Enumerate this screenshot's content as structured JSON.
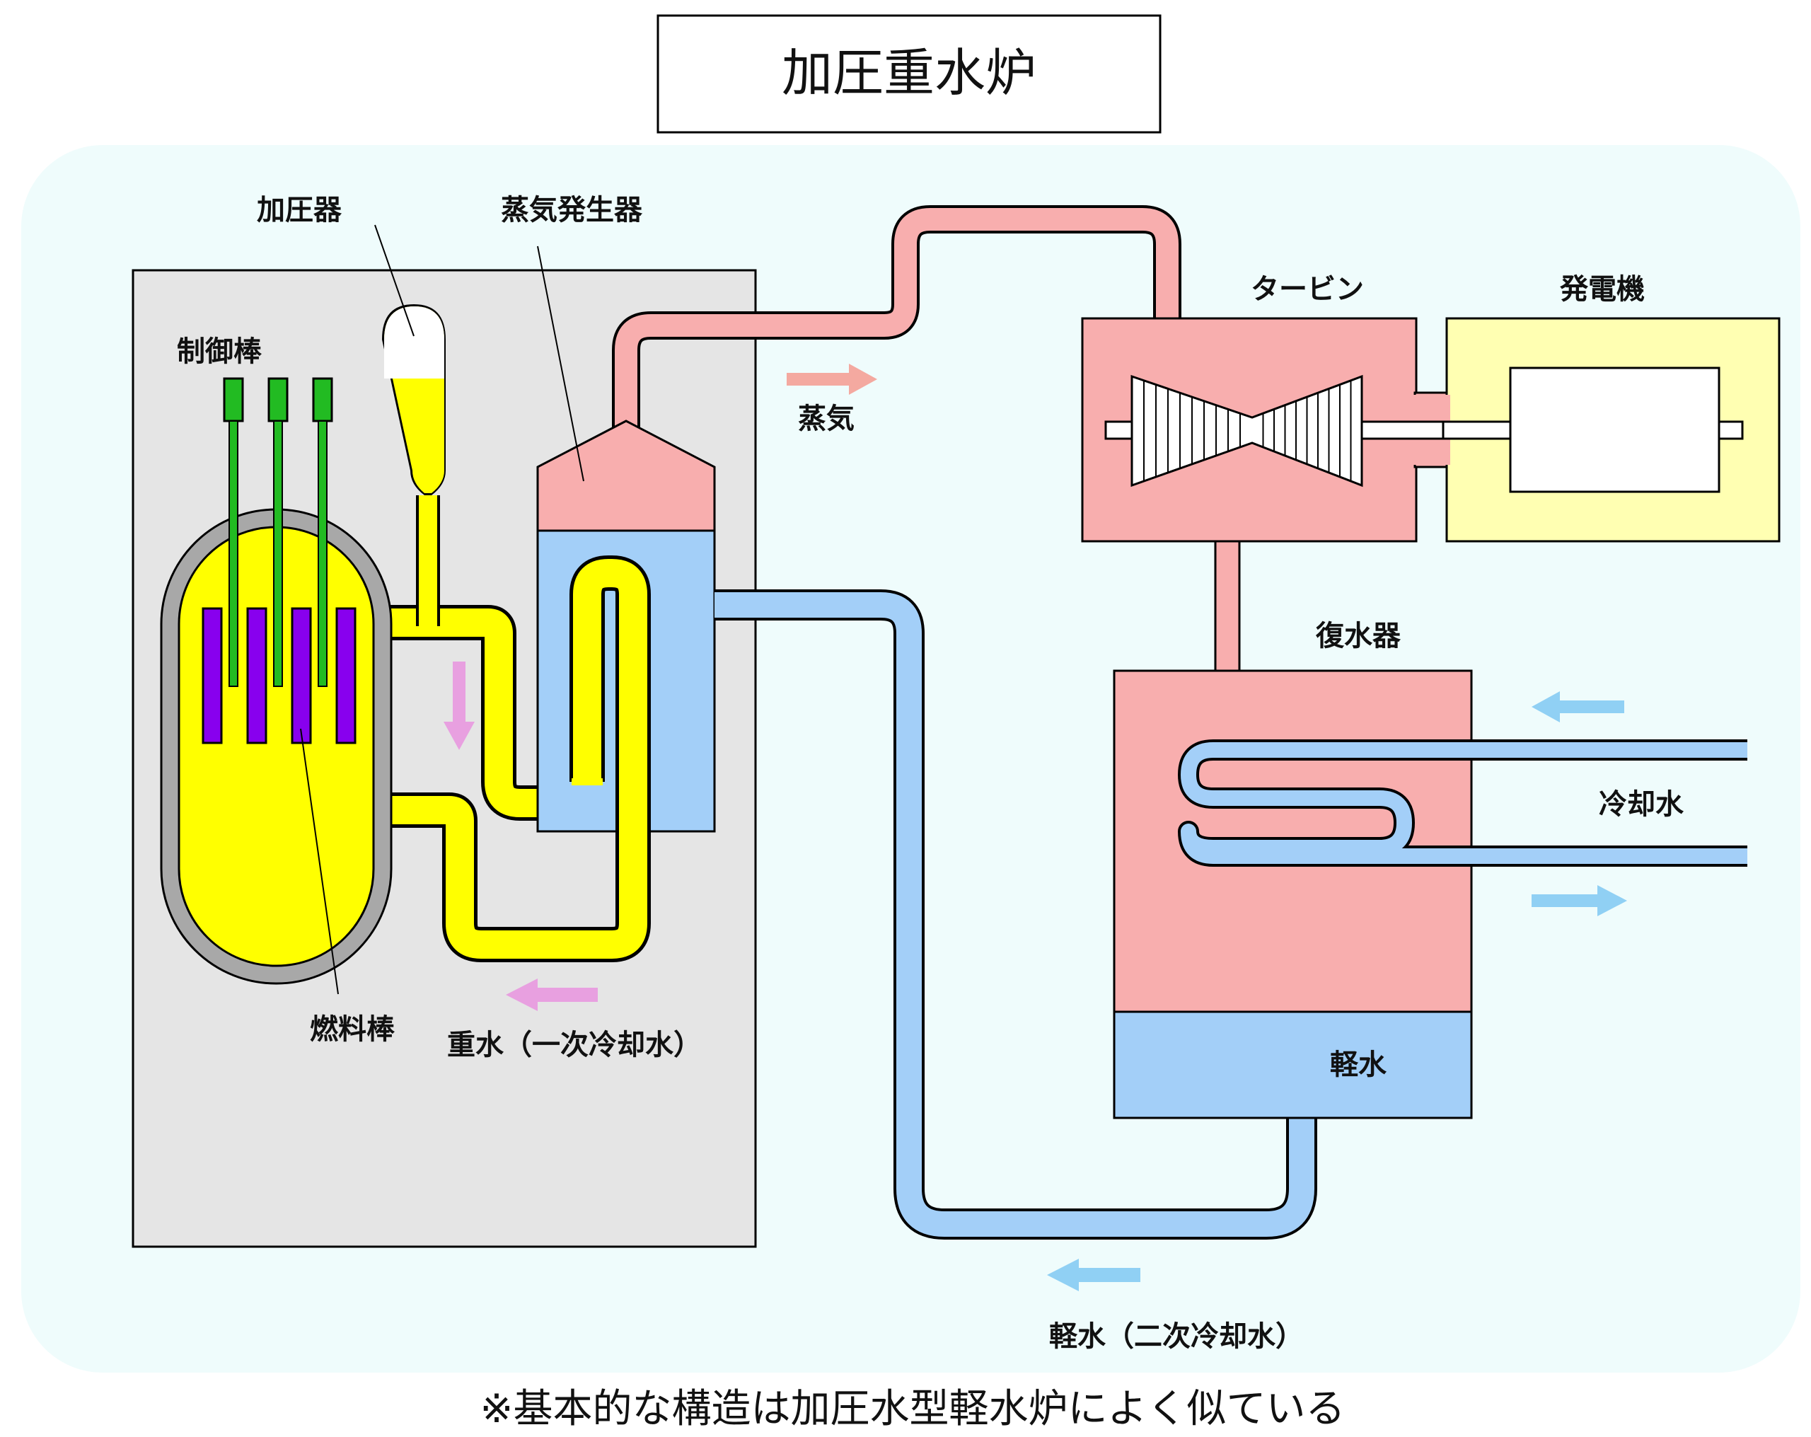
{
  "title": "加圧重水炉",
  "footnote": "※基本的な構造は加圧水型軽水炉によく似ている",
  "labels": {
    "pressurizer": "加圧器",
    "steam_generator": "蒸気発生器",
    "control_rods": "制御棒",
    "fuel_rods": "燃料棒",
    "steam": "蒸気",
    "turbine": "タービン",
    "generator": "発電機",
    "condenser": "復水器",
    "cooling_water": "冷却水",
    "light_water": "軽水",
    "heavy_water_primary": "重水（一次冷却水）",
    "light_water_secondary": "軽水（二次冷却水）"
  },
  "colors": {
    "background_panel": "#effcfc",
    "containment": "#e5e5e5",
    "heavy_water": "#ffff00",
    "steam": "#f8aeae",
    "light_water": "#a3cff8",
    "generator_housing": "#ffffb2",
    "control_rod": "#22bb22",
    "fuel_rod": "#8800ee",
    "heavy_water_flow_arrow": "#e8a0e0",
    "steam_flow_arrow": "#f4a9a0",
    "light_water_flow_arrow": "#90d0f4"
  }
}
